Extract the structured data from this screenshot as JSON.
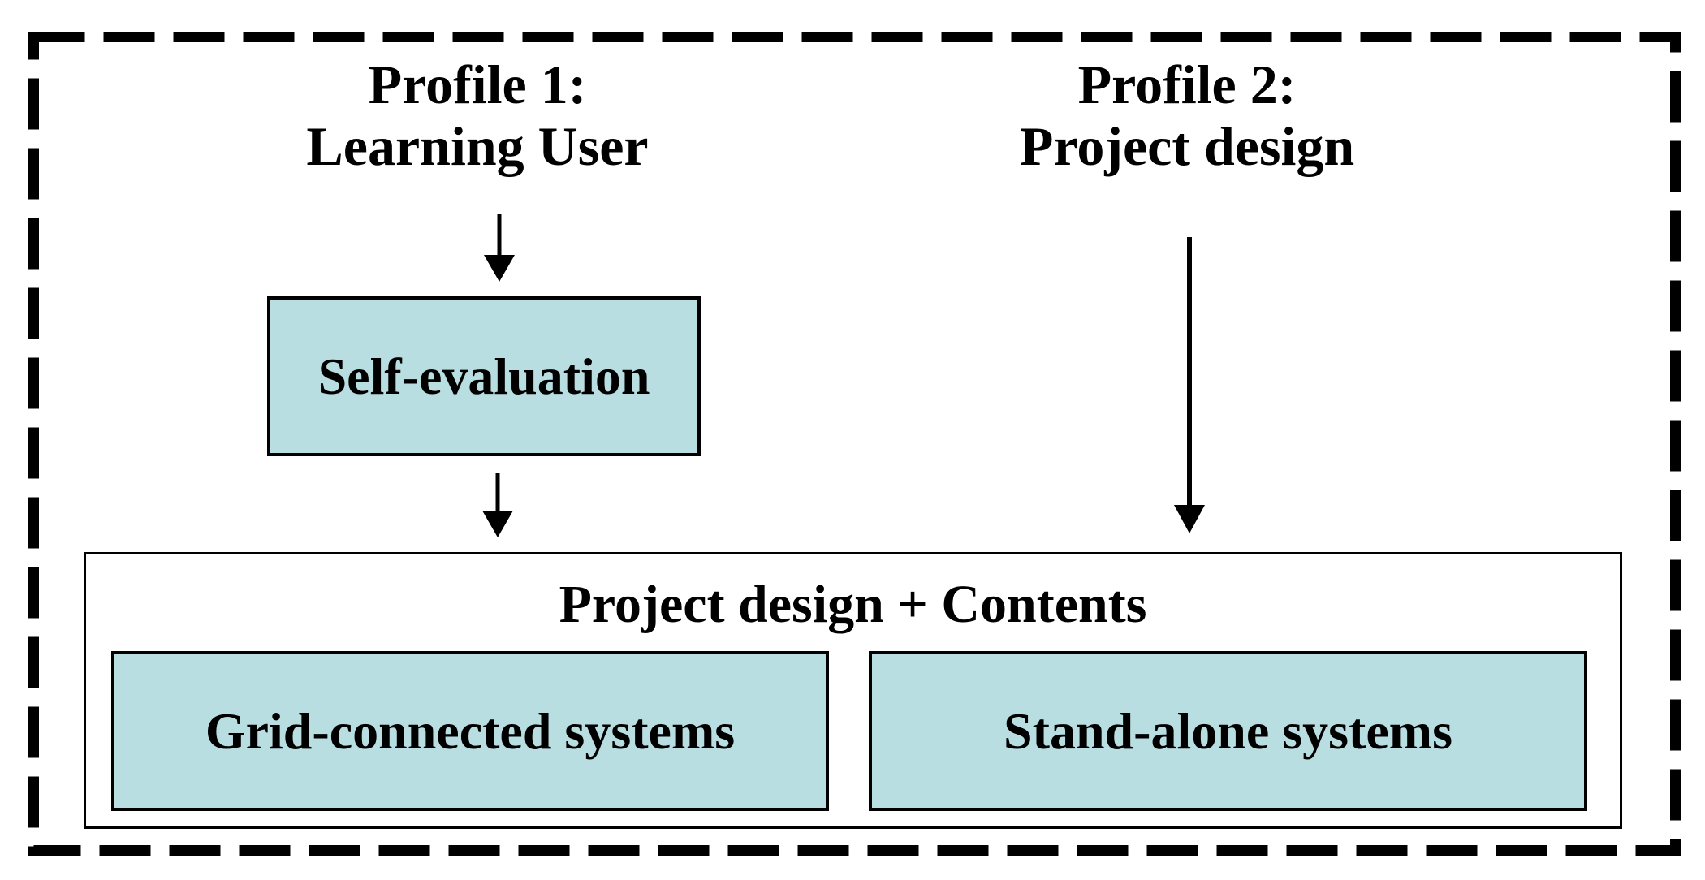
{
  "diagram": {
    "profile1": {
      "line1": "Profile 1:",
      "line2": "Learning User"
    },
    "profile2": {
      "line1": "Profile 2:",
      "line2": "Project design"
    },
    "self_evaluation": {
      "label": "Self-evaluation"
    },
    "container": {
      "title": "Project design + Contents",
      "boxes": [
        {
          "label": "Grid-connected systems"
        },
        {
          "label": "Stand-alone systems"
        }
      ]
    },
    "icons": {
      "arrow_down": "down-arrow"
    },
    "colors": {
      "box_fill": "#b9dee2",
      "line": "#000000",
      "background": "#ffffff"
    }
  }
}
